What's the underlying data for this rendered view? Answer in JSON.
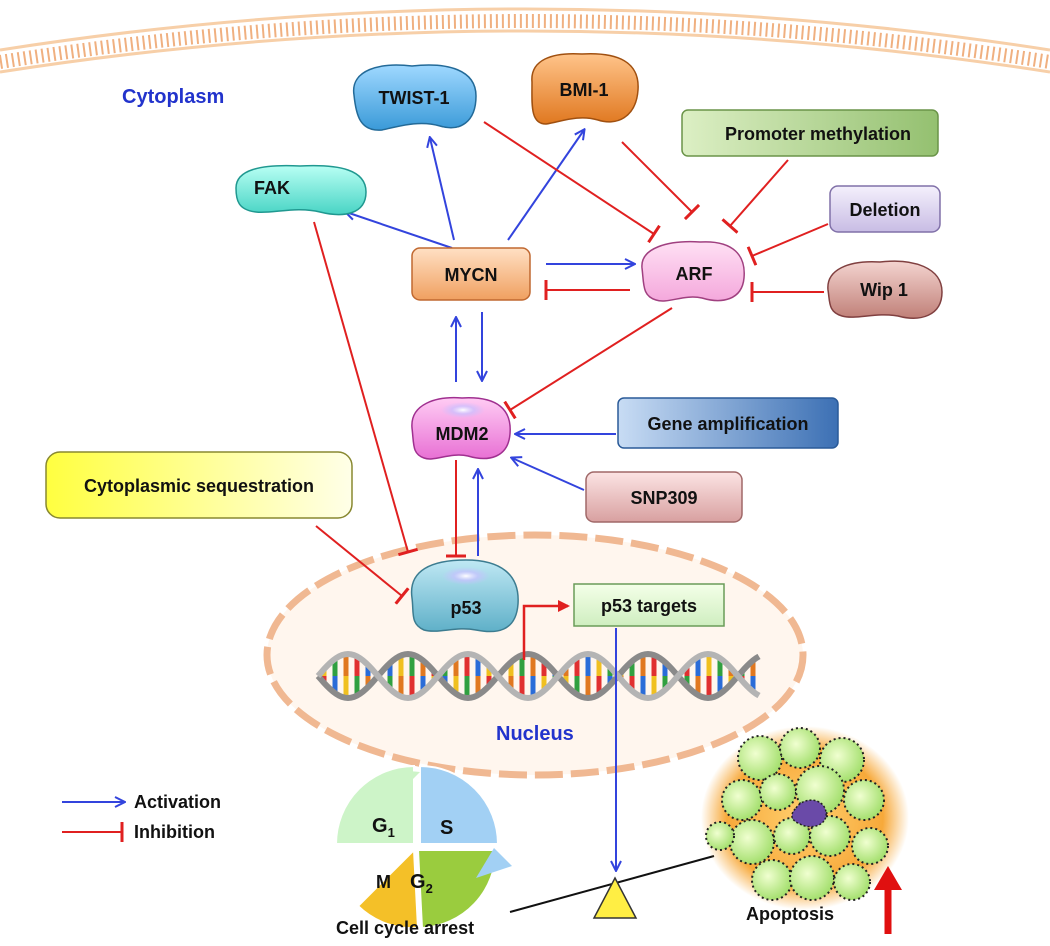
{
  "regions": {
    "cytoplasm": "Cytoplasm",
    "nucleus": "Nucleus"
  },
  "nodes": {
    "twist1": "TWIST-1",
    "bmi1": "BMI-1",
    "fak": "FAK",
    "mycn": "MYCN",
    "arf": "ARF",
    "promoter_methylation": "Promoter methylation",
    "deletion": "Deletion",
    "wip1": "Wip 1",
    "mdm2": "MDM2",
    "gene_amplification": "Gene amplification",
    "snp309": "SNP309",
    "cytoplasmic_sequestration": "Cytoplasmic sequestration",
    "p53": "p53",
    "p53_targets": "p53  targets"
  },
  "outcomes": {
    "cell_cycle_arrest": "Cell cycle arrest",
    "apoptosis": "Apoptosis"
  },
  "cell_cycle": {
    "g1": "G",
    "g1_sub": "1",
    "s": "S",
    "m": "M",
    "g2": "G",
    "g2_sub": "2"
  },
  "legend": {
    "activation": "Activation",
    "inhibition": "Inhibition"
  },
  "colors": {
    "activation": "#3344dd",
    "inhibition": "#e02020",
    "region_text": "#2233cc",
    "membrane": "#f0b080"
  }
}
